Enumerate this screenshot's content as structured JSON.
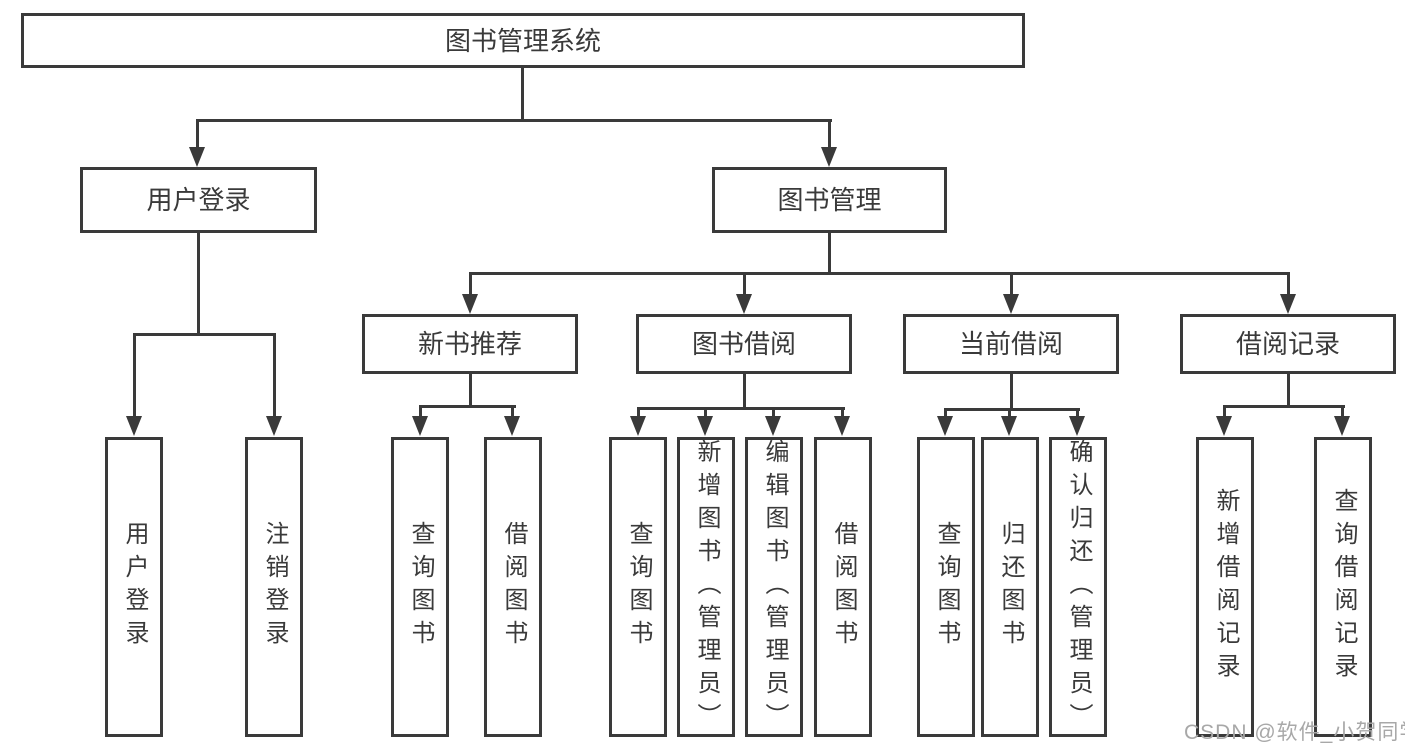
{
  "diagram": {
    "root": {
      "label": "图书管理系统"
    },
    "branches": [
      {
        "label": "用户登录",
        "children": [
          "用户登录",
          "注销登录"
        ]
      },
      {
        "label": "图书管理",
        "groups": [
          {
            "label": "新书推荐",
            "children": [
              "查询图书",
              "借阅图书"
            ]
          },
          {
            "label": "图书借阅",
            "children": [
              "查询图书",
              "新增图书（管理员）",
              "编辑图书（管理员）",
              "借阅图书"
            ]
          },
          {
            "label": "当前借阅",
            "children": [
              "查询图书",
              "归还图书",
              "确认归还（管理员）"
            ]
          },
          {
            "label": "借阅记录",
            "children": [
              "新增借阅记录",
              "查询借阅记录"
            ]
          }
        ]
      }
    ],
    "colors": {
      "line": "#3a3a3a",
      "text": "#3a3a3a",
      "background": "#ffffff",
      "watermark": "#a8a8a8"
    }
  },
  "watermark": "CSDN @软件_小贺同学"
}
